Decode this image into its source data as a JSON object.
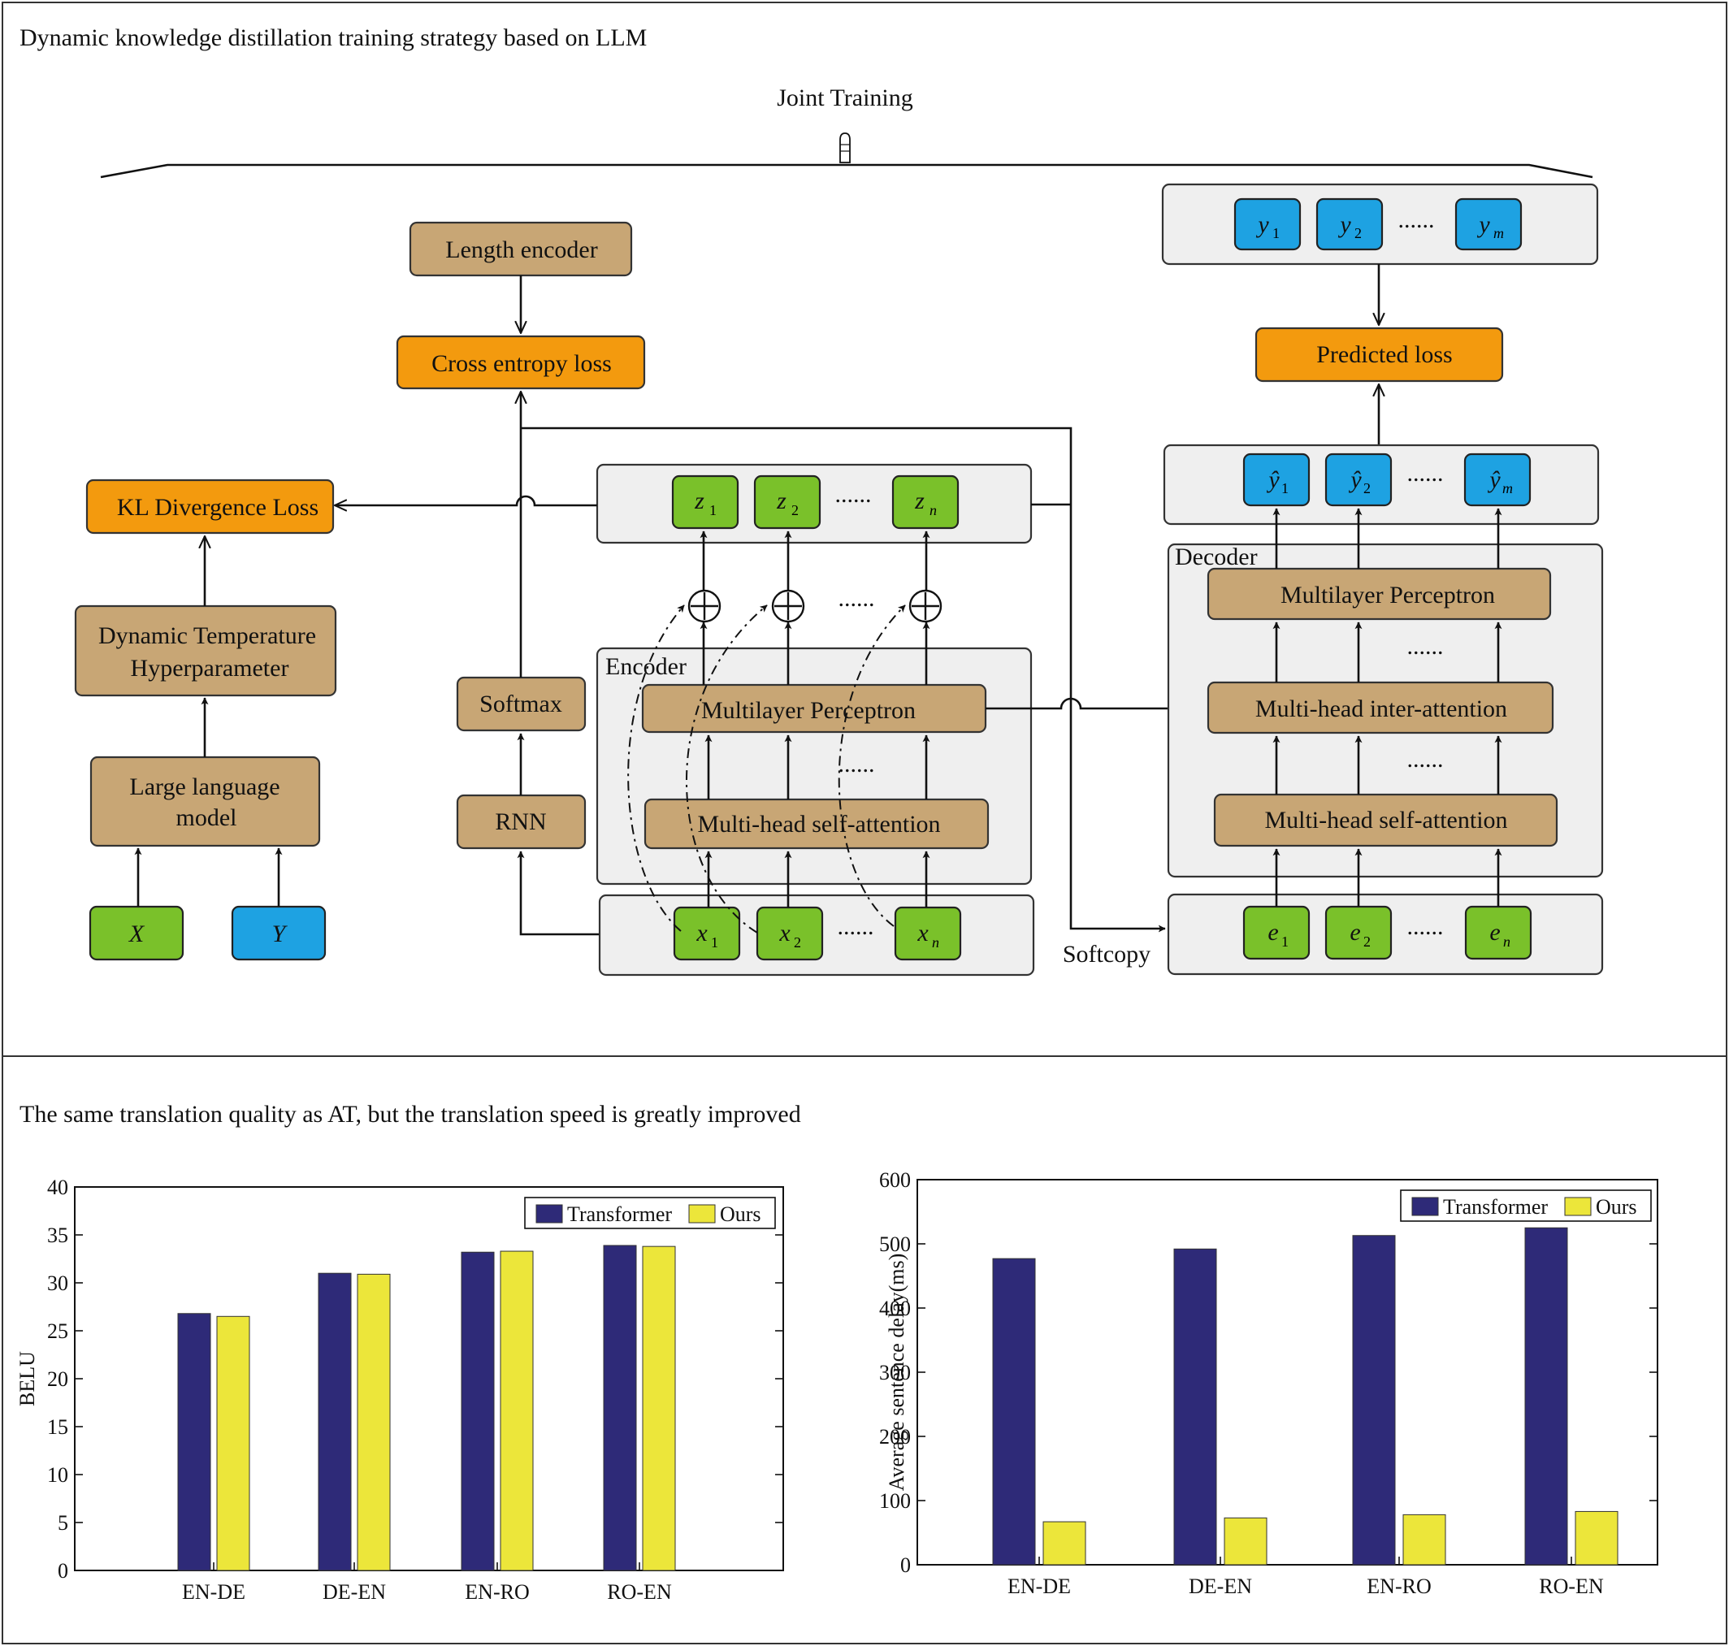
{
  "top_panel": {
    "title": "Dynamic knowledge distillation training strategy based on LLM",
    "joint_training": "Joint Training",
    "left": {
      "kl_loss": "KL Divergence Loss",
      "dyn_temp_line1": "Dynamic Temperature",
      "dyn_temp_line2": "Hyperparameter",
      "llm_line1": "Large language",
      "llm_line2": "model",
      "input_x": "X",
      "input_y": "Y"
    },
    "middle": {
      "length_encoder": "Length encoder",
      "cross_entropy": "Cross entropy loss",
      "softmax": "Softmax",
      "rnn": "RNN",
      "encoder_label": "Encoder",
      "mlp": "Multilayer Perceptron",
      "self_attn": "Multi-head self-attention",
      "z_tokens": [
        "z",
        "z",
        "z"
      ],
      "z_subs": [
        "1",
        "2",
        "n"
      ],
      "x_tokens": [
        "x",
        "x",
        "x"
      ],
      "x_subs": [
        "1",
        "2",
        "n"
      ],
      "dots": "......"
    },
    "right": {
      "predicted_loss": "Predicted loss",
      "decoder_label": "Decoder",
      "mlp": "Multilayer Perceptron",
      "inter_attn": "Multi-head inter-attention",
      "self_attn": "Multi-head self-attention",
      "softcopy": "Softcopy",
      "y_tokens": [
        "y",
        "y",
        "y"
      ],
      "y_subs": [
        "1",
        "2",
        "m"
      ],
      "yhat_tokens": [
        "ŷ",
        "ŷ",
        "ŷ"
      ],
      "yhat_subs": [
        "1",
        "2",
        "m"
      ],
      "e_tokens": [
        "e",
        "e",
        "e"
      ],
      "e_subs": [
        "1",
        "2",
        "n"
      ],
      "dots": "......"
    }
  },
  "bottom_panel": {
    "title": "The same translation quality as AT, but the translation speed is greatly improved"
  },
  "colors": {
    "transformer": "#2e2a78",
    "ours": "#ece63a",
    "brown_box": "#c8a675",
    "orange_box": "#f39a0e",
    "green_box": "#7ac12a",
    "blue_box": "#1ea2e2"
  },
  "chart_data": [
    {
      "type": "bar",
      "categories": [
        "EN-DE",
        "DE-EN",
        "EN-RO",
        "RO-EN"
      ],
      "series": [
        {
          "name": "Transformer",
          "values": [
            26.8,
            31.0,
            33.2,
            33.9
          ]
        },
        {
          "name": "Ours",
          "values": [
            26.5,
            30.9,
            33.3,
            33.8
          ]
        }
      ],
      "ylabel": "BELU",
      "xlabel": "",
      "ylim": [
        0,
        40
      ],
      "yticks": [
        0,
        5,
        10,
        15,
        20,
        25,
        30,
        35,
        40
      ],
      "legend": "top-right",
      "grid": false
    },
    {
      "type": "bar",
      "categories": [
        "EN-DE",
        "DE-EN",
        "EN-RO",
        "RO-EN"
      ],
      "series": [
        {
          "name": "Transformer",
          "values": [
            477,
            492,
            513,
            525
          ]
        },
        {
          "name": "Ours",
          "values": [
            67,
            73,
            78,
            83
          ]
        }
      ],
      "ylabel": "Average sentence delay(ms)",
      "xlabel": "",
      "ylim": [
        0,
        600
      ],
      "yticks": [
        0,
        100,
        200,
        300,
        400,
        500,
        600
      ],
      "legend": "top-right",
      "grid": false
    }
  ]
}
